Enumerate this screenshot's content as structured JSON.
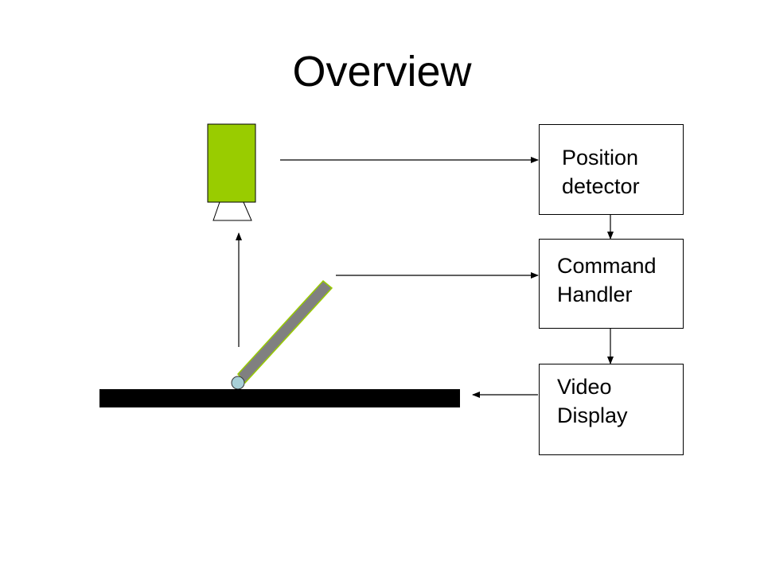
{
  "title": "Overview",
  "blocks": {
    "position_detector": {
      "line1": "Position",
      "line2": "detector"
    },
    "command_handler": {
      "line1": "Command",
      "line2": "Handler"
    },
    "video_display": {
      "line1": "Video",
      "line2": "Display"
    }
  },
  "colors": {
    "camera_body": "#99cc00",
    "pointer_rod": "#808080",
    "pointer_rod_edge": "#99cc00",
    "pointer_tip": "#a8d0d8",
    "table_surface": "#000000"
  }
}
